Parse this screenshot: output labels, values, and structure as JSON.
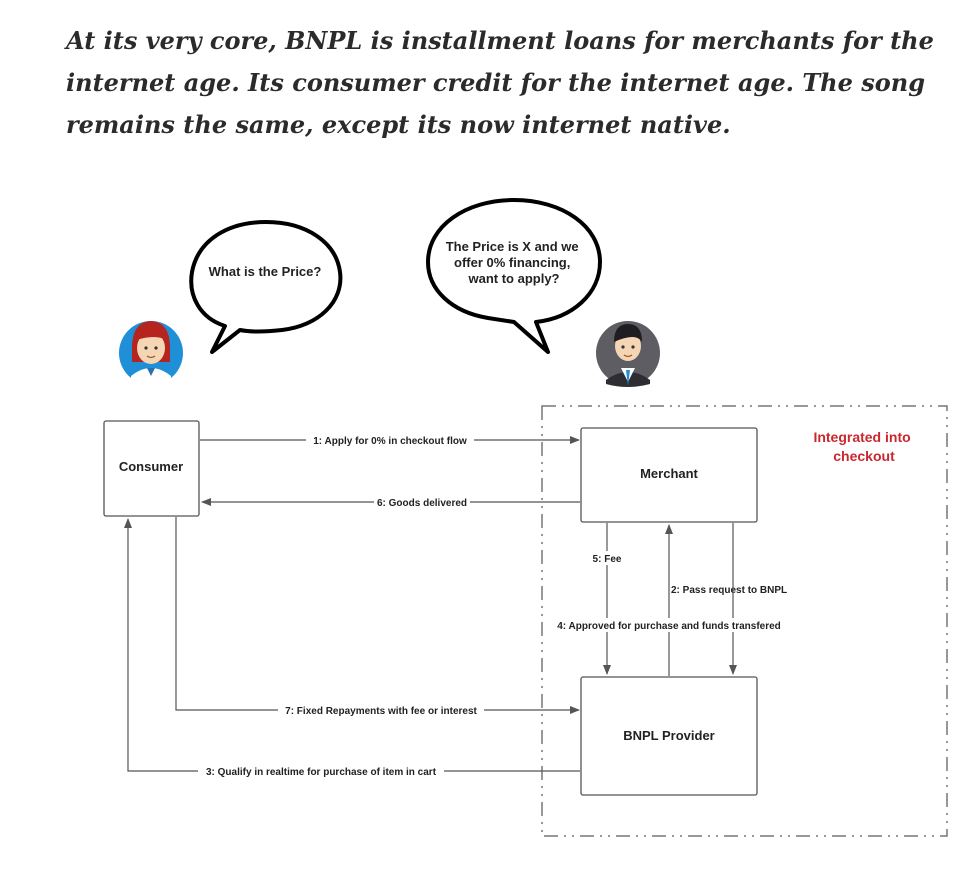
{
  "quote": "At its very core, BNPL is installment loans for merchants for the internet age. Its consumer credit for the internet age. The song remains the same, except its now internet native.",
  "diagram": {
    "bubbles": {
      "consumer": [
        "What is the Price?"
      ],
      "merchant": [
        "The Price is X and we",
        "offer 0% financing,",
        "want to apply?"
      ]
    },
    "nodes": {
      "consumer": "Consumer",
      "merchant": "Merchant",
      "bnpl": "BNPL Provider"
    },
    "region_label": [
      "Integrated into",
      "checkout"
    ],
    "edges": {
      "e1": "1: Apply for 0% in checkout flow",
      "e2": "2: Pass request to BNPL",
      "e3": "3: Qualify in realtime for purchase of item in cart",
      "e4": "4: Approved for purchase and funds transfered",
      "e5": "5: Fee",
      "e6": "6: Goods delivered",
      "e7": "7: Fixed Repayments with fee or interest"
    },
    "colors": {
      "accent": "#c8282e",
      "line": "#555555",
      "avatar_bg": "#1f8fd8",
      "merchant_avatar_bg": "#5d5d63"
    }
  }
}
